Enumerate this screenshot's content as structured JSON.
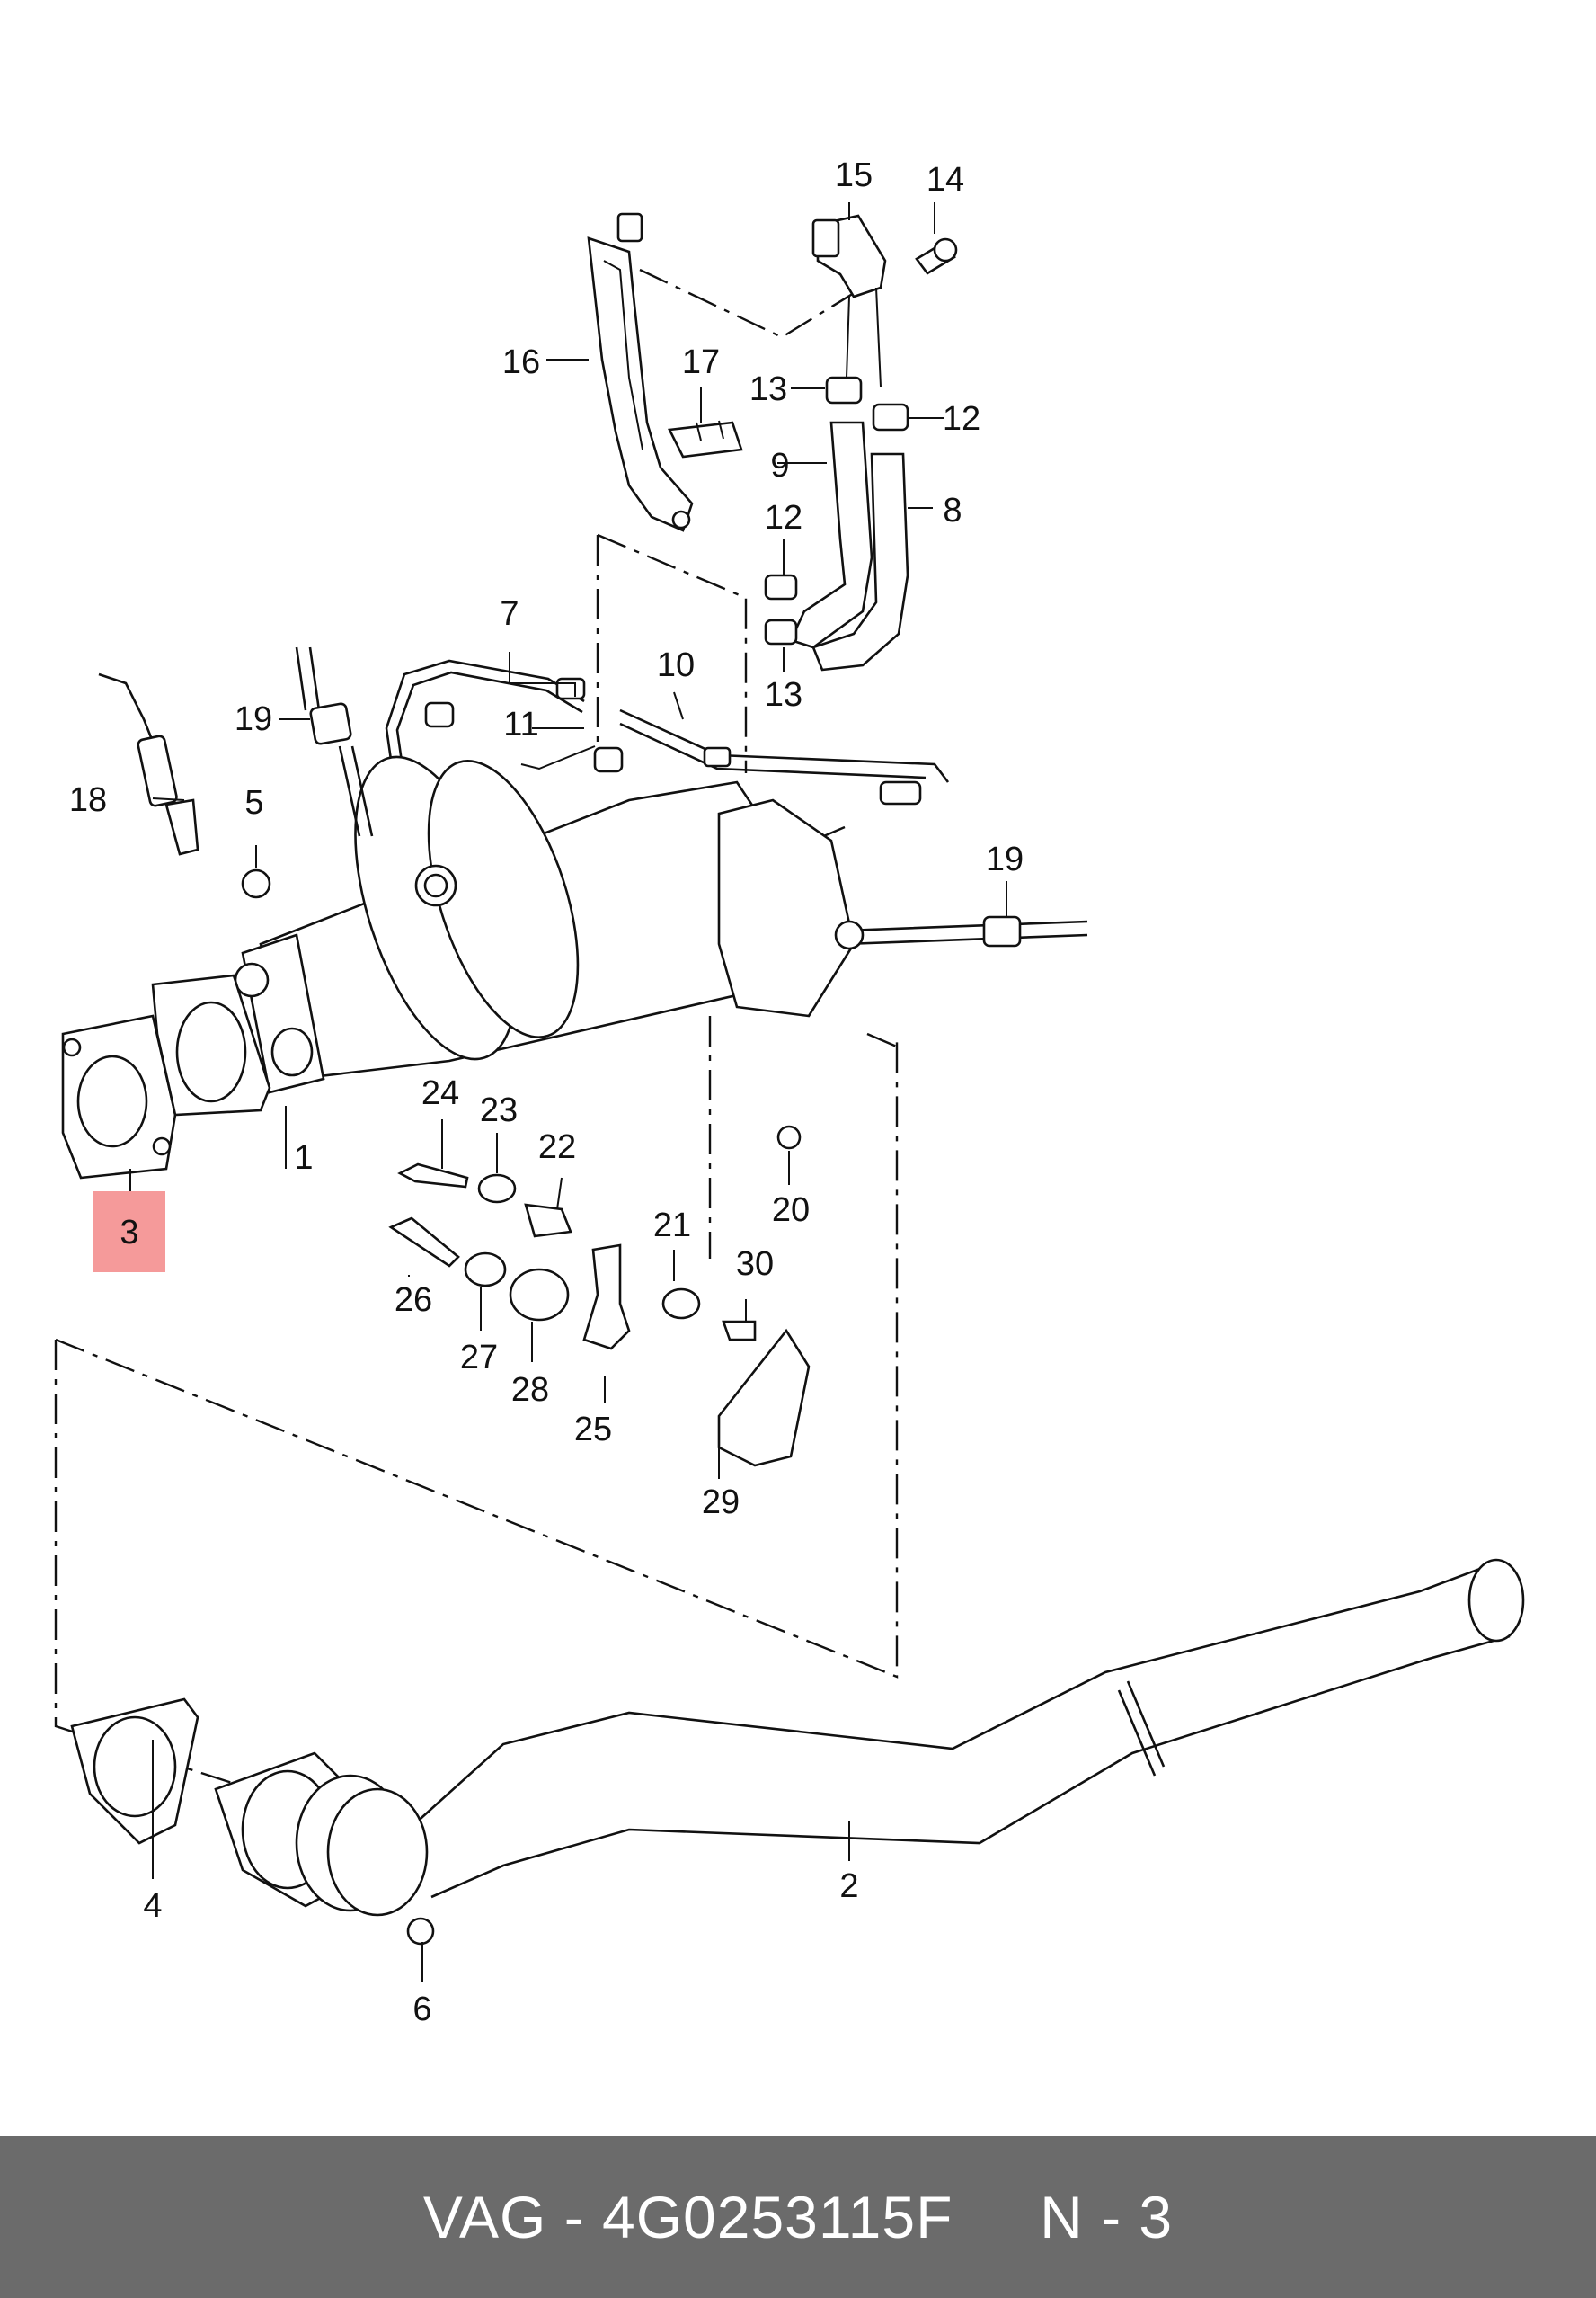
{
  "diagram": {
    "callouts": {
      "c1": "1",
      "c2": "2",
      "c3": "3",
      "c4": "4",
      "c5": "5",
      "c6": "6",
      "c7": "7",
      "c8": "8",
      "c9": "9",
      "c10": "10",
      "c11": "11",
      "c12a": "12",
      "c12b": "12",
      "c13a": "13",
      "c13b": "13",
      "c14": "14",
      "c15": "15",
      "c16": "16",
      "c17": "17",
      "c18": "18",
      "c19a": "19",
      "c19b": "19",
      "c20": "20",
      "c21": "21",
      "c22": "22",
      "c23": "23",
      "c24": "24",
      "c25": "25",
      "c26": "26",
      "c27": "27",
      "c28": "28",
      "c29": "29",
      "c30": "30"
    },
    "highlight": {
      "label": "3",
      "color": "#f59a9a",
      "text_color": "#b40000"
    }
  },
  "footer": {
    "text": "VAG - 4G0253115F     N - 3",
    "background": "#6b6b6b",
    "color": "#ffffff"
  }
}
